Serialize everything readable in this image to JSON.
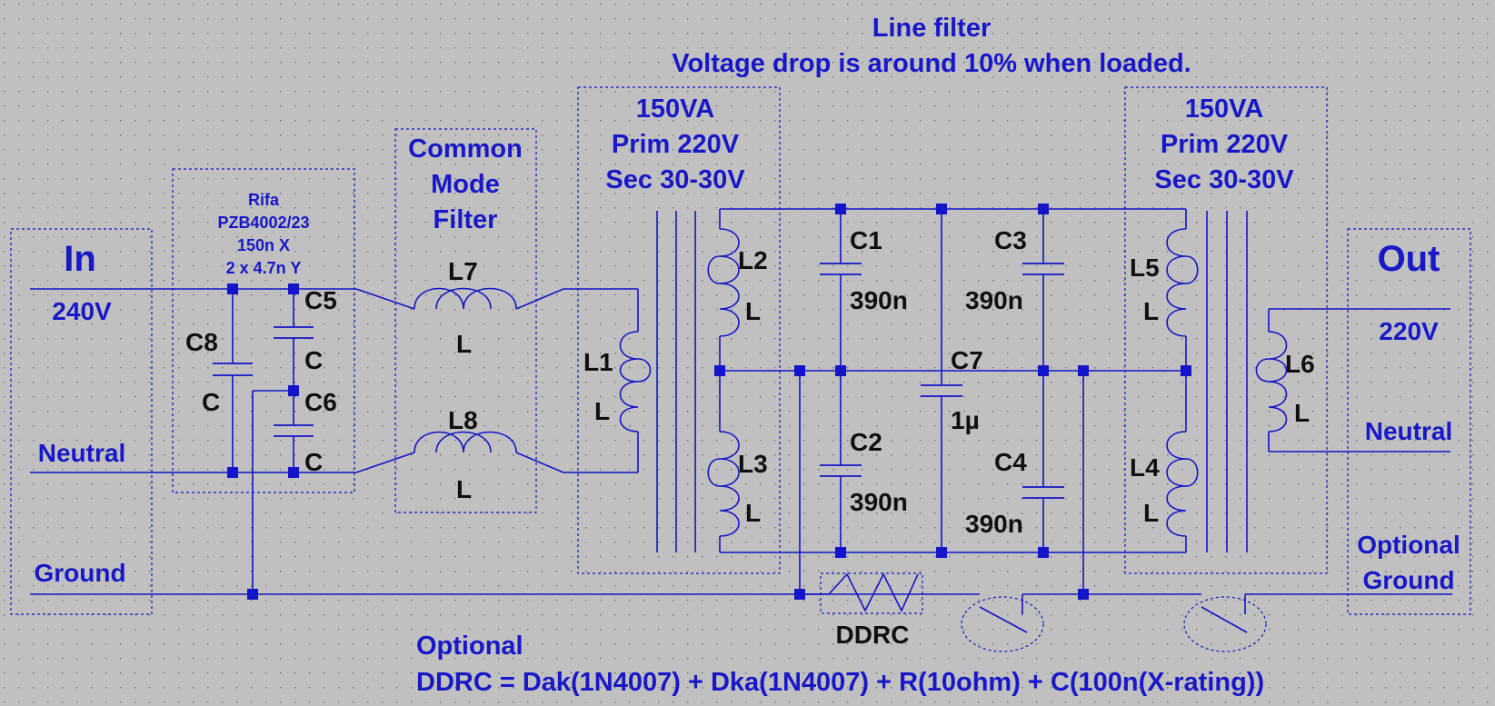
{
  "title": {
    "line1": "Line filter",
    "line2": "Voltage drop is around 10% when loaded."
  },
  "input_box": {
    "label": "In",
    "voltage": "240V",
    "neutral": "Neutral",
    "ground": "Ground"
  },
  "output_box": {
    "label": "Out",
    "voltage": "220V",
    "neutral": "Neutral",
    "ground_line1": "Optional",
    "ground_line2": "Ground"
  },
  "rifa_box": {
    "line1": "Rifa",
    "line2": "PZB4002/23",
    "line3": "150n X",
    "line4": "2 x 4.7n Y"
  },
  "cm_filter_box": {
    "line1": "Common",
    "line2": "Mode",
    "line3": "Filter"
  },
  "transformer_left": {
    "line1": "150VA",
    "line2": "Prim 220V",
    "line3": "Sec 30-30V"
  },
  "transformer_right": {
    "line1": "150VA",
    "line2": "Prim 220V",
    "line3": "Sec 30-30V"
  },
  "components": {
    "C8": {
      "name": "C8",
      "value": "C"
    },
    "C5": {
      "name": "C5",
      "value": "C"
    },
    "C6": {
      "name": "C6",
      "value": "C"
    },
    "L7": {
      "name": "L7",
      "value": "L"
    },
    "L8": {
      "name": "L8",
      "value": "L"
    },
    "L1": {
      "name": "L1",
      "value": "L"
    },
    "L2": {
      "name": "L2",
      "value": "L"
    },
    "L3": {
      "name": "L3",
      "value": "L"
    },
    "C1": {
      "name": "C1",
      "value": "390n"
    },
    "C2": {
      "name": "C2",
      "value": "390n"
    },
    "C7": {
      "name": "C7",
      "value": "1µ"
    },
    "C3": {
      "name": "C3",
      "value": "390n"
    },
    "C4": {
      "name": "C4",
      "value": "390n"
    },
    "L5": {
      "name": "L5",
      "value": "L"
    },
    "L4": {
      "name": "L4",
      "value": "L"
    },
    "L6": {
      "name": "L6",
      "value": "L"
    }
  },
  "ddrc": {
    "label": "DDRC"
  },
  "note": {
    "line1": "Optional",
    "line2": "DDRC = Dak(1N4007) + Dka(1N4007) + R(10ohm) + C(100n(X-rating))"
  },
  "colors": {
    "background": "#c0c0c0",
    "wire": "#1414c8",
    "label_blue": "#1818c8",
    "label_black": "#101010"
  }
}
